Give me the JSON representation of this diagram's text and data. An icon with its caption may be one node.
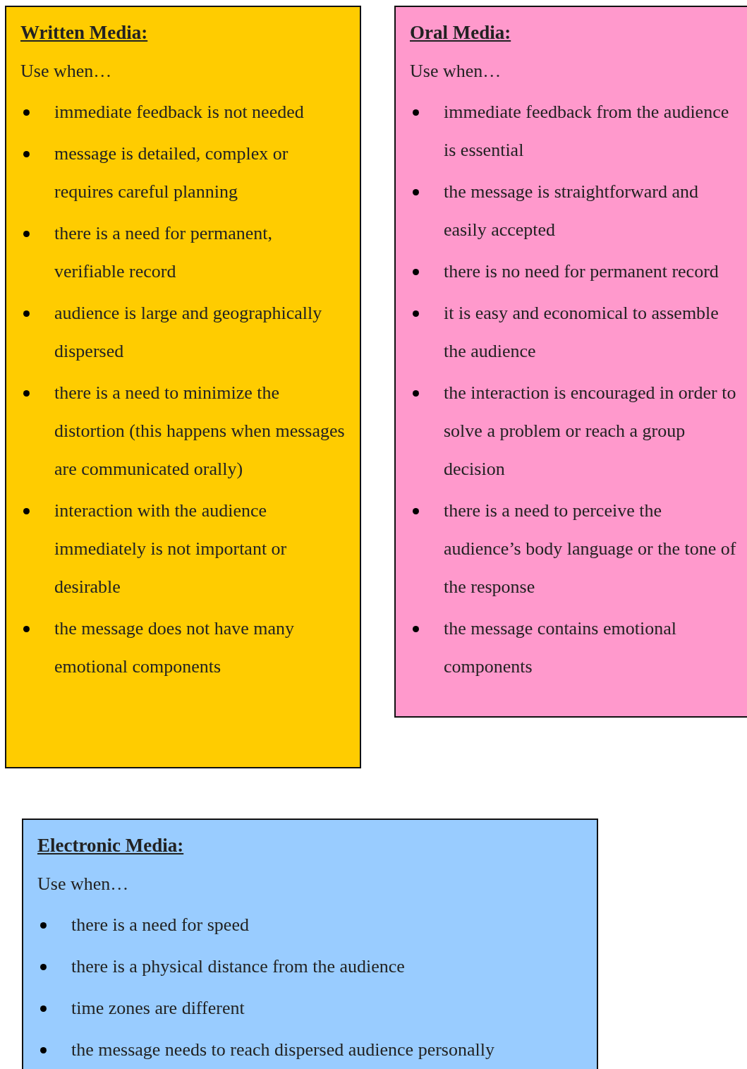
{
  "diagram": {
    "nodes": [
      {
        "text": [
          "Written Media:",
          "Use when…",
          "immediate feedback is not needed",
          "message is detailed, complex or requires careful planning",
          "there is a need for permanent, verifiable record",
          "audience is large and geographically dispersed",
          "there is a need to minimize the distortion (this happens when messages are communicated orally)",
          "interaction with the audience immediately is not important or desirable",
          "the message does not have many emotional components"
        ]
      },
      {
        "text": [
          "Oral Media:",
          "Use when…",
          "immediate feedback from the audience is essential",
          "the message is straightforward and easily accepted",
          "there is no need for permanent record",
          "it is easy and economical to assemble the audience",
          "the interaction is encouraged in order to solve a problem or reach a group decision",
          "there is a need to perceive the audience’s body language or the tone of the response",
          "the message contains emotional components"
        ]
      },
      {
        "text": [
          "Electronic Media:",
          "Use when…",
          "there is a need for speed",
          "there is a physical distance from the audience",
          "time zones are different",
          "the message needs to reach dispersed audience personally"
        ]
      }
    ]
  }
}
